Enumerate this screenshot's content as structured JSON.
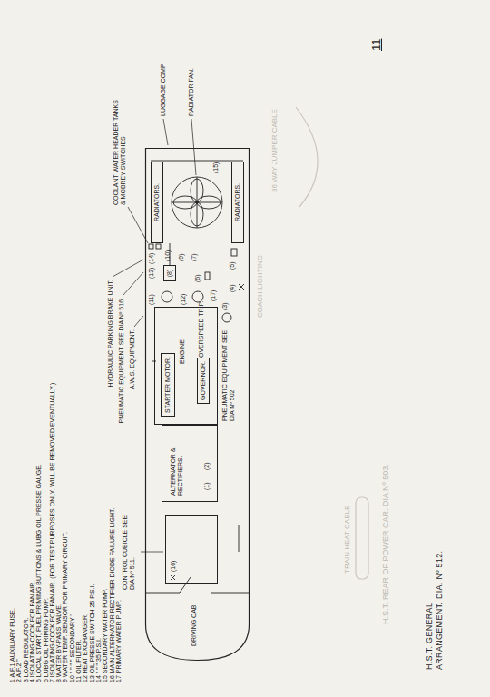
{
  "diagram": {
    "title": "H.S.T. GENERAL ARRANGEMENT. DIA. Nº 512.",
    "nodes": [
      {
        "text": [
          "DRIVING CAB."
        ]
      },
      {
        "text": [
          "(16)"
        ],
        "in": 0
      },
      {
        "text": [
          "ALTERNATOR & RECTIFIERS."
        ],
        "in": 0
      },
      {
        "text": [
          "ENGINE."
        ],
        "in": 0
      },
      {
        "text": [
          "STARTER MOTOR."
        ],
        "in": 3
      },
      {
        "text": [
          "GOVERNOR."
        ],
        "in": 3
      },
      {
        "text": [
          "RADIATORS."
        ],
        "in": 0
      },
      {
        "text": [
          "RADIATORS."
        ],
        "in": 0
      },
      {
        "text": [
          "(8)"
        ],
        "in": 0
      }
    ],
    "labels": [
      "1 A.F.1 AUXILIARY FUSE.",
      "2 A.F.2 \"",
      "3 LOAD REGULATOR.",
      "4 ISOLATING COCK FOR FAN AIR.",
      "5 LOCAL START, FUEL PRIMING BUTTONS & LUBG OIL PRESSE GAUGE.",
      "6 LUBG OIL PRIMING PUMP.",
      "7 ISOLATING COCK FOR FAN AIR. (FOR TEST PURPOSES ONLY. WILL BE REMOVED EVENTUALLY.)",
      "8 WATER BY-PASS VALVE.",
      "9 WATER TEMP. SENSOR FOR PRIMARY CIRCUIT.",
      "10 \" \" \" \" SECONDARY \"",
      "11 OIL FILTER.",
      "12 HEAT EXCHANGER.",
      "13 OIL PRESSE SWITCH 25 P.S.I.",
      "14 \" \" \" 35 P.S.I.",
      "15 SECONDARY WATER PUMP.",
      "16 MAIN ALTERNATOR RECTIFIER DIODE FAILURE LIGHT.",
      "17 PRIMARY WATER PUMP.",
      "HYDRAULIC PARKING BRAKE UNIT.",
      "PNEUMATIC EQUIPMENT SEE DIA Nº 516.",
      "A.W.S. EQUIPMENT.",
      "CONTROL CUBICLE SEE DIA Nº 511.",
      "COOLANT WATER HEADER TANKS & MOBREY SWITCHES",
      "LUGGAGE COMP.",
      "RADIATOR FAN.",
      "PNEUMATIC EQUIPMENT SEE DIA Nº 502",
      "OVERSPEED TRIP.",
      "(1)",
      "(2)",
      "(3)",
      "(4)",
      "(5)",
      "(6)",
      "(7)",
      "(9)",
      "(10)",
      "(11)",
      "(12)",
      "(13)",
      "(14)",
      "(15)",
      "(17)",
      "11",
      "36 WAY JUMPER CABLE",
      "COACH LIGHTING",
      "TRAIN HEAT CABLE",
      "H.S.T. REAR OF POWER CAR. DIA Nº 503."
    ]
  }
}
